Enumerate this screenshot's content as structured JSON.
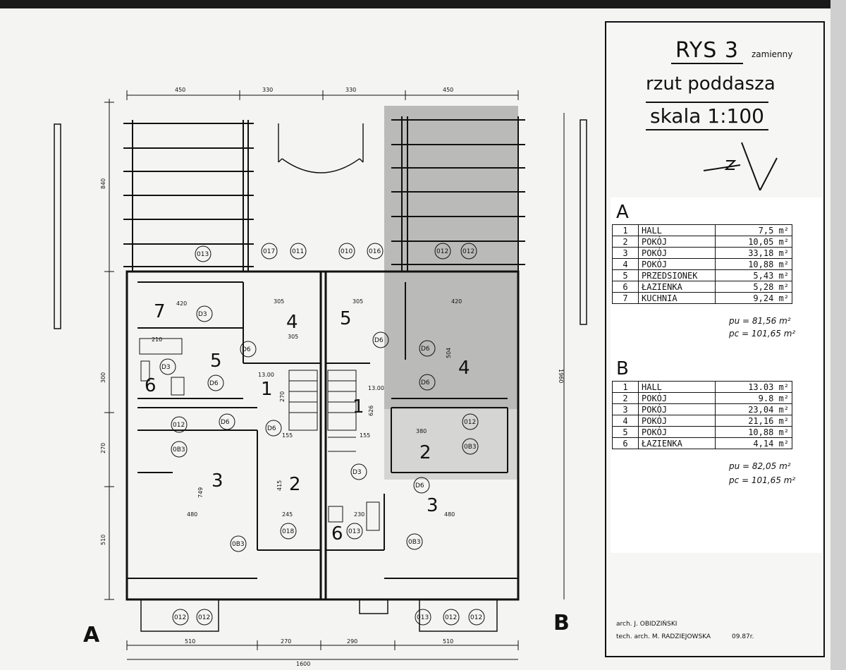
{
  "plan": {
    "top_dims": [
      "450",
      "330",
      "330",
      "450"
    ],
    "bottom_dims": [
      "510",
      "270",
      "290",
      "510"
    ],
    "total_width": "1600",
    "left_dims": [
      "840",
      "300",
      "270",
      "510"
    ],
    "right_dim": "1960",
    "section_a": "A",
    "section_b": "B",
    "rooms": [
      "7",
      "5",
      "6",
      "3",
      "4",
      "5",
      "1",
      "2",
      "1",
      "4",
      "2",
      "6",
      "3"
    ],
    "door_tags": [
      "D6",
      "D3",
      "D6",
      "D6",
      "D6",
      "D6",
      "D6",
      "D6",
      "D3",
      "D6",
      "D3"
    ],
    "window_tags": [
      "013",
      "017",
      "011",
      "010",
      "016",
      "012",
      "012",
      "012",
      "0B3",
      "012",
      "0B3",
      "0B3",
      "018",
      "013",
      "0B3",
      "012",
      "012",
      "013",
      "012",
      "012"
    ],
    "labels": [
      "420",
      "305",
      "305",
      "420",
      "305",
      "504",
      "380",
      "480",
      "480",
      "245",
      "415",
      "230",
      "749",
      "155",
      "155",
      "270",
      "626",
      "210",
      "13.00",
      "13.00"
    ]
  },
  "title": {
    "rys": "RYS 3",
    "zamienny": "zamienny",
    "subtitle": "rzut poddasza",
    "scale": "skala 1:100"
  },
  "table_a": {
    "label": "A",
    "rows": [
      {
        "n": "1",
        "name": "HALL",
        "value": "7,5 m²"
      },
      {
        "n": "2",
        "name": "POKÓJ",
        "value": "10,05 m²"
      },
      {
        "n": "3",
        "name": "POKÓJ",
        "value": "33,18 m²"
      },
      {
        "n": "4",
        "name": "POKÓJ",
        "value": "10,88 m²"
      },
      {
        "n": "5",
        "name": "PRZEDSIONEK",
        "value": "5,43 m²"
      },
      {
        "n": "6",
        "name": "ŁAZIENKA",
        "value": "5,28 m²"
      },
      {
        "n": "7",
        "name": "KUCHNIA",
        "value": "9,24 m²"
      }
    ],
    "pu": "pu = 81,56 m²",
    "pc": "pc = 101,65 m²"
  },
  "table_b": {
    "label": "B",
    "rows": [
      {
        "n": "1",
        "name": "HALL",
        "value": "13.03 m²"
      },
      {
        "n": "2",
        "name": "POKÓJ",
        "value": "9.8 m²"
      },
      {
        "n": "3",
        "name": "POKÓJ",
        "value": "23,04 m²"
      },
      {
        "n": "4",
        "name": "POKÓJ",
        "value": "21,16 m²"
      },
      {
        "n": "5",
        "name": "POKÓJ",
        "value": "10,88 m²"
      },
      {
        "n": "6",
        "name": "ŁAZIENKA",
        "value": "4,14 m²"
      }
    ],
    "pu": "pu = 82,05 m²",
    "pc": "pc = 101,65 m²"
  },
  "signatures": {
    "arch1": "arch. J. OBIDZIŃSKI",
    "arch2": "tech. arch. M. RADZIEJOWSKA",
    "date": "09.87r."
  },
  "colors": {
    "ink": "#111111",
    "paper": "#f4f4f2",
    "shade": "#8a8a8a"
  }
}
